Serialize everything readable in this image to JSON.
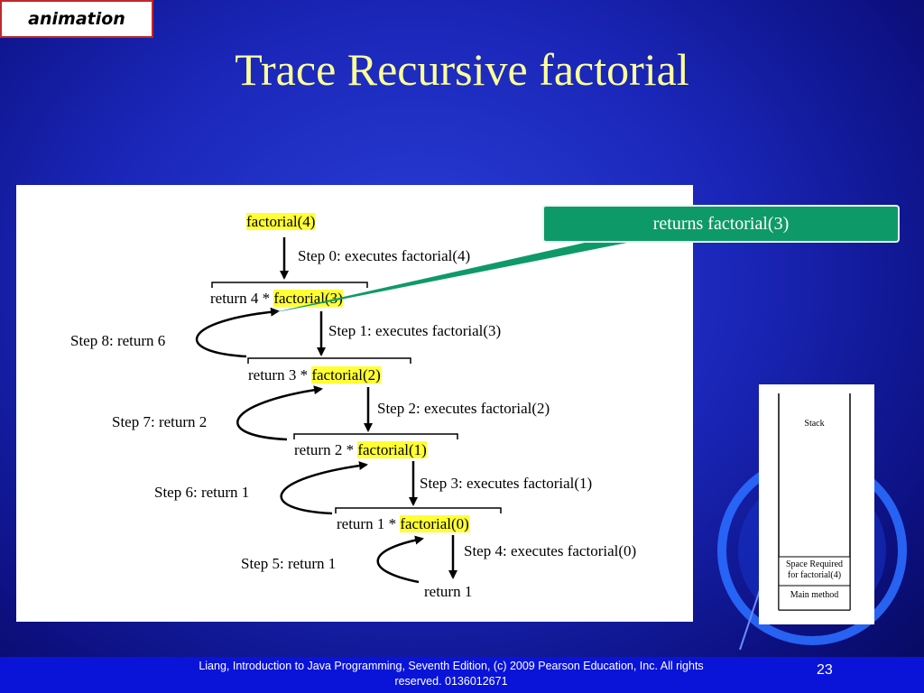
{
  "badge": "animation",
  "title": "Trace Recursive factorial",
  "diagram": {
    "top_call": "factorial(4)",
    "line1_prefix": "return 4 * ",
    "line1_call": "factorial(3)",
    "line2_prefix": "return 3 * ",
    "line2_call": "factorial(2)",
    "line3_prefix": "return 2 * ",
    "line3_call": "factorial(1)",
    "line4_prefix": "return 1 * ",
    "line4_call": "factorial(0)",
    "line5": "return 1",
    "step0": "Step 0: executes factorial(4)",
    "step1": "Step 1: executes factorial(3)",
    "step2": "Step 2: executes factorial(2)",
    "step3": "Step 3: executes factorial(1)",
    "step4": "Step 4: executes factorial(0)",
    "step5": "Step 5: return 1",
    "step6": "Step 6: return 1",
    "step7": "Step 7: return 2",
    "step8": "Step 8: return 6"
  },
  "callout": "returns factorial(3)",
  "stack": {
    "label": "Stack",
    "frame1": "Space  Required for factorial(4)",
    "frame2": "Main method"
  },
  "footer": {
    "text": "Liang, Introduction to Java Programming, Seventh Edition, (c) 2009 Pearson Education, Inc. All rights reserved. 0136012671",
    "page": "23"
  },
  "colors": {
    "title": "#ffff99",
    "highlight": "#ffff33",
    "callout": "#0e9a68",
    "badge_border": "#c0282a"
  }
}
